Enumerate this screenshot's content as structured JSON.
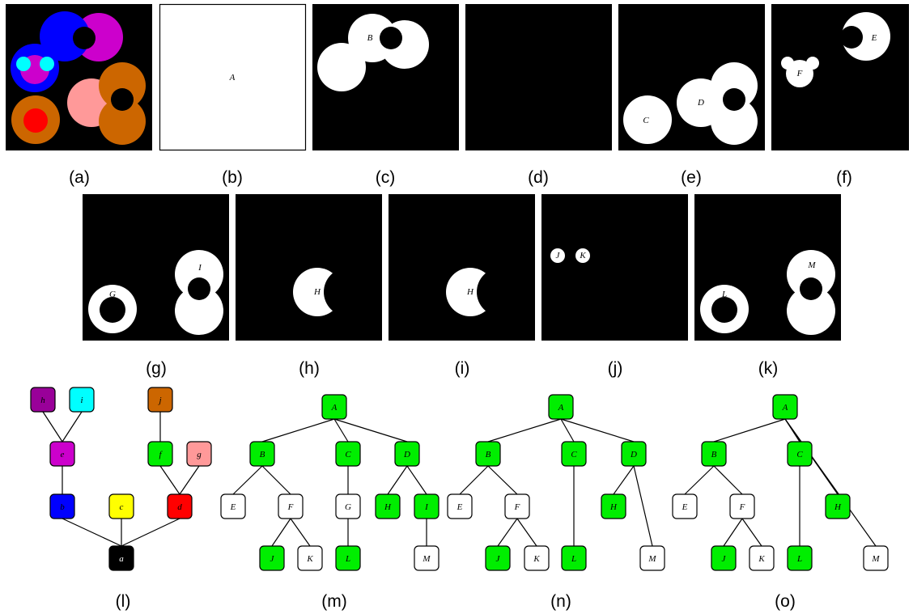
{
  "captions": [
    "(a)",
    "(b)",
    "(c)",
    "(d)",
    "(e)",
    "(f)",
    "(g)",
    "(h)",
    "(i)",
    "(j)",
    "(k)",
    "(l)",
    "(m)",
    "(n)",
    "(o)"
  ],
  "panel_labels": {
    "b": [
      "A"
    ],
    "c": [
      "B"
    ],
    "e": [
      "C",
      "D"
    ],
    "f": [
      "E",
      "F"
    ],
    "g": [
      "G",
      "I"
    ],
    "h": [
      "H"
    ],
    "i": [
      "H"
    ],
    "j": [
      "J",
      "K"
    ],
    "k": [
      "L",
      "M"
    ]
  },
  "colors": {
    "black": "#000000",
    "white": "#ffffff",
    "blue": "#0000ff",
    "magenta": "#cc00cc",
    "purple": "#990099",
    "cyan": "#00ffff",
    "orange": "#cc6600",
    "pink": "#ff9999",
    "red": "#ff0000",
    "yellow": "#ffff00",
    "green": "#00ee00"
  },
  "tree_l": {
    "nodes": [
      {
        "label": "h",
        "color": "#990099",
        "text_color": "#000000"
      },
      {
        "label": "i",
        "color": "#00ffff",
        "text_color": "#000000"
      },
      {
        "label": "j",
        "color": "#cc6600",
        "text_color": "#000000"
      },
      {
        "label": "e",
        "color": "#cc00cc",
        "text_color": "#000000"
      },
      {
        "label": "f",
        "color": "#00ee00",
        "text_color": "#000000"
      },
      {
        "label": "g",
        "color": "#ff9999",
        "text_color": "#000000"
      },
      {
        "label": "b",
        "color": "#0000ff",
        "text_color": "#000000"
      },
      {
        "label": "c",
        "color": "#ffff00",
        "text_color": "#000000"
      },
      {
        "label": "d",
        "color": "#ff0000",
        "text_color": "#000000"
      },
      {
        "label": "a",
        "color": "#000000",
        "text_color": "#ffffff"
      }
    ],
    "edges": [
      [
        "h",
        "e"
      ],
      [
        "i",
        "e"
      ],
      [
        "e",
        "b"
      ],
      [
        "j",
        "f"
      ],
      [
        "f",
        "d"
      ],
      [
        "g",
        "d"
      ],
      [
        "b",
        "a"
      ],
      [
        "c",
        "a"
      ],
      [
        "d",
        "a"
      ]
    ]
  },
  "tree_m": {
    "nodes": [
      {
        "label": "A",
        "color": "#00ee00"
      },
      {
        "label": "B",
        "color": "#00ee00"
      },
      {
        "label": "C",
        "color": "#00ee00"
      },
      {
        "label": "D",
        "color": "#00ee00"
      },
      {
        "label": "E",
        "color": "#ffffff"
      },
      {
        "label": "F",
        "color": "#ffffff"
      },
      {
        "label": "G",
        "color": "#ffffff"
      },
      {
        "label": "H",
        "color": "#00ee00"
      },
      {
        "label": "I",
        "color": "#00ee00"
      },
      {
        "label": "J",
        "color": "#00ee00"
      },
      {
        "label": "K",
        "color": "#ffffff"
      },
      {
        "label": "L",
        "color": "#00ee00"
      },
      {
        "label": "M",
        "color": "#ffffff"
      }
    ],
    "edges": [
      [
        "A",
        "B"
      ],
      [
        "A",
        "C"
      ],
      [
        "A",
        "D"
      ],
      [
        "B",
        "E"
      ],
      [
        "B",
        "F"
      ],
      [
        "C",
        "G"
      ],
      [
        "D",
        "H"
      ],
      [
        "D",
        "I"
      ],
      [
        "F",
        "J"
      ],
      [
        "F",
        "K"
      ],
      [
        "G",
        "L"
      ],
      [
        "I",
        "M"
      ]
    ]
  },
  "tree_n": {
    "nodes": [
      {
        "label": "A",
        "color": "#00ee00"
      },
      {
        "label": "B",
        "color": "#00ee00"
      },
      {
        "label": "C",
        "color": "#00ee00"
      },
      {
        "label": "D",
        "color": "#00ee00"
      },
      {
        "label": "E",
        "color": "#ffffff"
      },
      {
        "label": "F",
        "color": "#ffffff"
      },
      {
        "label": "H",
        "color": "#00ee00"
      },
      {
        "label": "J",
        "color": "#00ee00"
      },
      {
        "label": "K",
        "color": "#ffffff"
      },
      {
        "label": "L",
        "color": "#00ee00"
      },
      {
        "label": "M",
        "color": "#ffffff"
      }
    ],
    "edges": [
      [
        "A",
        "B"
      ],
      [
        "A",
        "C"
      ],
      [
        "A",
        "D"
      ],
      [
        "B",
        "E"
      ],
      [
        "B",
        "F"
      ],
      [
        "C",
        "L"
      ],
      [
        "D",
        "H"
      ],
      [
        "D",
        "M"
      ],
      [
        "F",
        "J"
      ],
      [
        "F",
        "K"
      ]
    ]
  },
  "tree_o": {
    "nodes": [
      {
        "label": "A",
        "color": "#00ee00"
      },
      {
        "label": "B",
        "color": "#00ee00"
      },
      {
        "label": "C",
        "color": "#00ee00"
      },
      {
        "label": "E",
        "color": "#ffffff"
      },
      {
        "label": "F",
        "color": "#ffffff"
      },
      {
        "label": "H",
        "color": "#00ee00"
      },
      {
        "label": "J",
        "color": "#00ee00"
      },
      {
        "label": "K",
        "color": "#ffffff"
      },
      {
        "label": "L",
        "color": "#00ee00"
      },
      {
        "label": "M",
        "color": "#ffffff"
      }
    ],
    "edges": [
      [
        "A",
        "B"
      ],
      [
        "A",
        "C"
      ],
      [
        "A",
        "H"
      ],
      [
        "A",
        "M"
      ],
      [
        "B",
        "E"
      ],
      [
        "B",
        "F"
      ],
      [
        "C",
        "L"
      ],
      [
        "F",
        "J"
      ],
      [
        "F",
        "K"
      ]
    ]
  }
}
